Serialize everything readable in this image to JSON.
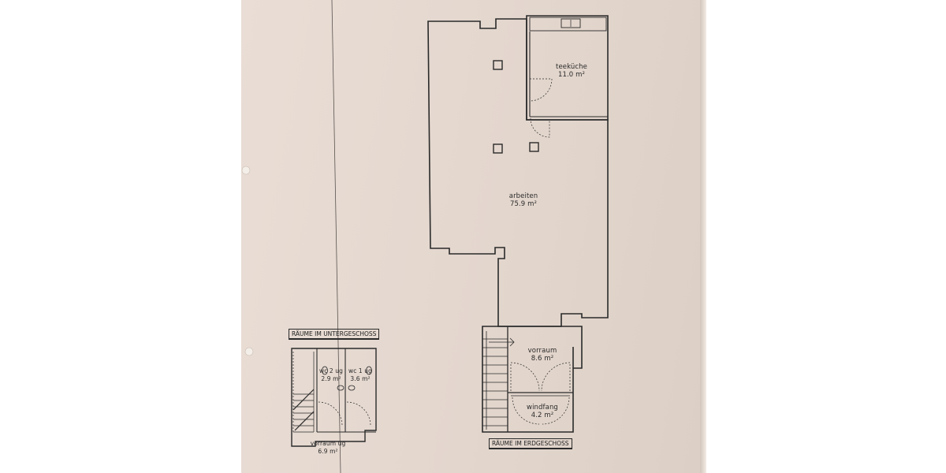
{
  "ground_floor": {
    "title": "RÄUME IM ERDGESCHOSS",
    "rooms": [
      {
        "name": "teeküche",
        "area": "11.0 m²"
      },
      {
        "name": "arbeiten",
        "area": "75.9 m²"
      },
      {
        "name": "vorraum",
        "area": "8.6 m²"
      },
      {
        "name": "windfang",
        "area": "4.2 m²"
      }
    ]
  },
  "basement": {
    "title": "RÄUME IM UNTERGESCHOSS",
    "rooms": [
      {
        "name": "wc 2 ug",
        "area": "2.9 m²"
      },
      {
        "name": "wc 1 ug",
        "area": "3.6 m²"
      },
      {
        "name": "vorraum ug",
        "area": "6.9 m²"
      }
    ]
  },
  "colors": {
    "paper": "#e6dad1",
    "ink": "#2a2a2a"
  }
}
